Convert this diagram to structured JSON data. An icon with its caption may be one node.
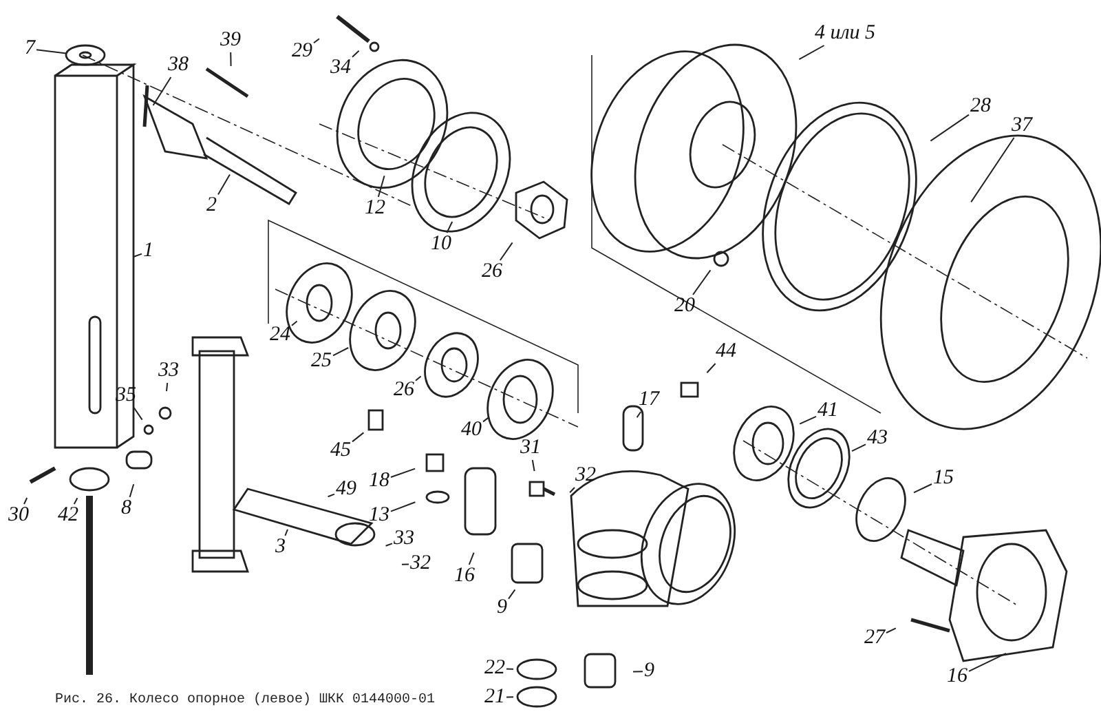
{
  "diagram": {
    "caption": "Рис. 26. Колесо опорное (левое) ШКК 0144000-01",
    "nodes": [
      {
        "text": [
          "7"
        ]
      },
      {
        "text": [
          "39"
        ]
      },
      {
        "text": [
          "29"
        ]
      },
      {
        "text": [
          "4 или 5"
        ]
      },
      {
        "text": [
          "34"
        ]
      },
      {
        "text": [
          "38"
        ]
      },
      {
        "text": [
          "28"
        ]
      },
      {
        "text": [
          "37"
        ]
      },
      {
        "text": [
          "2"
        ]
      },
      {
        "text": [
          "12"
        ]
      },
      {
        "text": [
          "10"
        ]
      },
      {
        "text": [
          "1"
        ]
      },
      {
        "text": [
          "26"
        ]
      },
      {
        "text": [
          "20"
        ]
      },
      {
        "text": [
          "24"
        ]
      },
      {
        "text": [
          "25"
        ]
      },
      {
        "text": [
          "44"
        ]
      },
      {
        "text": [
          "33"
        ]
      },
      {
        "text": [
          "26"
        ]
      },
      {
        "text": [
          "17"
        ]
      },
      {
        "text": [
          "41"
        ]
      },
      {
        "text": [
          "35"
        ]
      },
      {
        "text": [
          "40"
        ]
      },
      {
        "text": [
          "45"
        ]
      },
      {
        "text": [
          "43"
        ]
      },
      {
        "text": [
          "31"
        ]
      },
      {
        "text": [
          "32"
        ]
      },
      {
        "text": [
          "18"
        ]
      },
      {
        "text": [
          "15"
        ]
      },
      {
        "text": [
          "49"
        ]
      },
      {
        "text": [
          "13"
        ]
      },
      {
        "text": [
          "8"
        ]
      },
      {
        "text": [
          "30"
        ]
      },
      {
        "text": [
          "42"
        ]
      },
      {
        "text": [
          "33"
        ]
      },
      {
        "text": [
          "3"
        ]
      },
      {
        "text": [
          "16"
        ]
      },
      {
        "text": [
          "32"
        ]
      },
      {
        "text": [
          "9"
        ]
      },
      {
        "text": [
          "27"
        ]
      },
      {
        "text": [
          "16"
        ]
      },
      {
        "text": [
          "9"
        ]
      },
      {
        "text": [
          "22"
        ]
      },
      {
        "text": [
          "21"
        ]
      }
    ],
    "edges": [
      {
        "from": 0,
        "to": null,
        "arrow": "none"
      },
      {
        "from": 1,
        "to": null,
        "arrow": "none"
      },
      {
        "from": 2,
        "to": null,
        "arrow": "none"
      },
      {
        "from": 3,
        "to": null,
        "arrow": "none"
      },
      {
        "from": 4,
        "to": null,
        "arrow": "none"
      },
      {
        "from": 5,
        "to": null,
        "arrow": "none"
      },
      {
        "from": 6,
        "to": null,
        "arrow": "none"
      },
      {
        "from": 7,
        "to": null,
        "arrow": "none"
      },
      {
        "from": 8,
        "to": null,
        "arrow": "none"
      },
      {
        "from": 9,
        "to": null,
        "arrow": "none"
      },
      {
        "from": 10,
        "to": null,
        "arrow": "none"
      },
      {
        "from": 11,
        "to": null,
        "arrow": "none"
      },
      {
        "from": 12,
        "to": null,
        "arrow": "none"
      },
      {
        "from": 13,
        "to": null,
        "arrow": "none"
      },
      {
        "from": 14,
        "to": null,
        "arrow": "none"
      },
      {
        "from": 15,
        "to": null,
        "arrow": "none"
      },
      {
        "from": 16,
        "to": null,
        "arrow": "none"
      },
      {
        "from": 17,
        "to": null,
        "arrow": "none"
      },
      {
        "from": 18,
        "to": null,
        "arrow": "none"
      },
      {
        "from": 19,
        "to": null,
        "arrow": "none"
      },
      {
        "from": 20,
        "to": null,
        "arrow": "none"
      },
      {
        "from": 21,
        "to": null,
        "arrow": "none"
      },
      {
        "from": 22,
        "to": null,
        "arrow": "none"
      },
      {
        "from": 23,
        "to": null,
        "arrow": "none"
      },
      {
        "from": 24,
        "to": null,
        "arrow": "none"
      },
      {
        "from": 25,
        "to": null,
        "arrow": "none"
      },
      {
        "from": 26,
        "to": null,
        "arrow": "none"
      },
      {
        "from": 27,
        "to": null,
        "arrow": "none"
      },
      {
        "from": 28,
        "to": null,
        "arrow": "none"
      },
      {
        "from": 29,
        "to": null,
        "arrow": "none"
      },
      {
        "from": 30,
        "to": null,
        "arrow": "none"
      },
      {
        "from": 31,
        "to": null,
        "arrow": "none"
      },
      {
        "from": 32,
        "to": null,
        "arrow": "none"
      },
      {
        "from": 33,
        "to": null,
        "arrow": "none"
      },
      {
        "from": 34,
        "to": null,
        "arrow": "none"
      },
      {
        "from": 35,
        "to": null,
        "arrow": "none"
      },
      {
        "from": 36,
        "to": null,
        "arrow": "none"
      },
      {
        "from": 37,
        "to": null,
        "arrow": "none"
      },
      {
        "from": 38,
        "to": null,
        "arrow": "none"
      },
      {
        "from": 39,
        "to": null,
        "arrow": "none"
      },
      {
        "from": 40,
        "to": null,
        "arrow": "none"
      },
      {
        "from": 41,
        "to": null,
        "arrow": "none"
      },
      {
        "from": 42,
        "to": null,
        "arrow": "none"
      },
      {
        "from": 43,
        "to": null,
        "arrow": "none"
      }
    ]
  }
}
